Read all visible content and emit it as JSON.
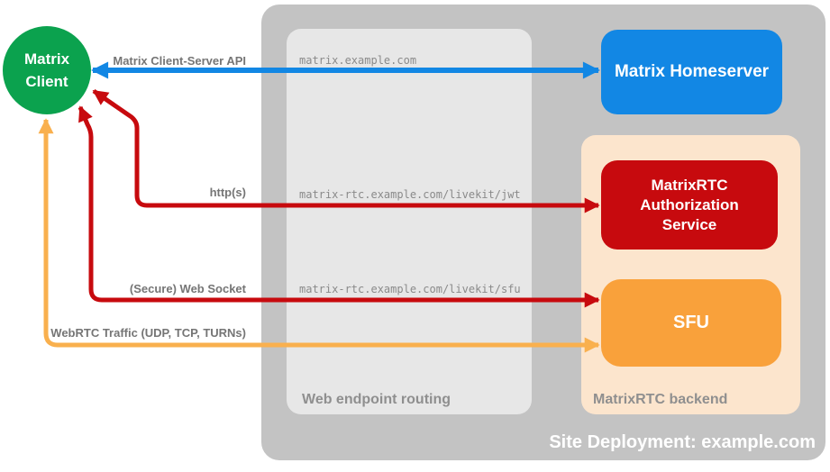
{
  "nodes": {
    "client": {
      "label": "Matrix Client"
    },
    "homeserver": {
      "label": "Matrix Homeserver"
    },
    "auth_service": {
      "label": "MatrixRTC Authorization Service"
    },
    "sfu": {
      "label": "SFU"
    }
  },
  "containers": {
    "site_deployment": {
      "label": "Site Deployment: example.com"
    },
    "web_endpoint_routing": {
      "label": "Web endpoint routing"
    },
    "matrixrtc_backend": {
      "label": "MatrixRTC backend"
    }
  },
  "arrows": {
    "client_server_api": {
      "label": "Matrix Client-Server API",
      "endpoint": "matrix.example.com",
      "direction": "bidirectional"
    },
    "https": {
      "label": "http(s)",
      "endpoint": "matrix-rtc.example.com/livekit/jwt",
      "direction": "bidirectional"
    },
    "websocket": {
      "label": "(Secure) Web Socket",
      "endpoint": "matrix-rtc.example.com/livekit/sfu",
      "direction": "bidirectional"
    },
    "webrtc": {
      "label": "WebRTC Traffic (UDP, TCP, TURNs)",
      "direction": "bidirectional"
    }
  },
  "colors": {
    "client_green": "#0ba24e",
    "homeserver_blue": "#1287e4",
    "auth_red": "#c70a0e",
    "sfu_orange": "#f9a13b",
    "webrtc_orange": "#f9b04e",
    "backend_peach": "#fce5cd",
    "outer_gray": "#c3c3c3",
    "routing_gray": "#e7e7e7",
    "label_gray": "#757575",
    "mono_gray": "#8a8a8a",
    "node_text": "#ffffff"
  }
}
